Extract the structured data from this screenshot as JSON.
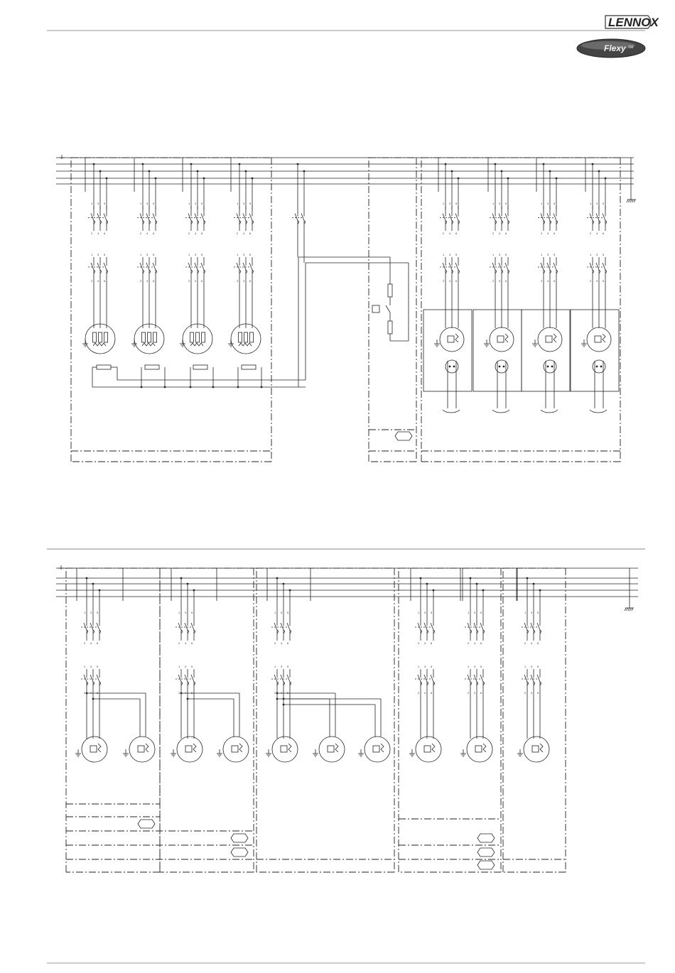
{
  "header": {
    "brand": "LENNOX",
    "product_badge": "Flexy",
    "product_badge_suffix": "TM"
  },
  "diagram_top": {
    "left_panel_modules": 4,
    "right_panel_modules": 4
  },
  "diagram_bottom": {
    "motor_groups": [
      2,
      2,
      3,
      2,
      1
    ]
  },
  "terminal_labels": [
    "1",
    "3",
    "5",
    "2",
    "4",
    "6"
  ]
}
